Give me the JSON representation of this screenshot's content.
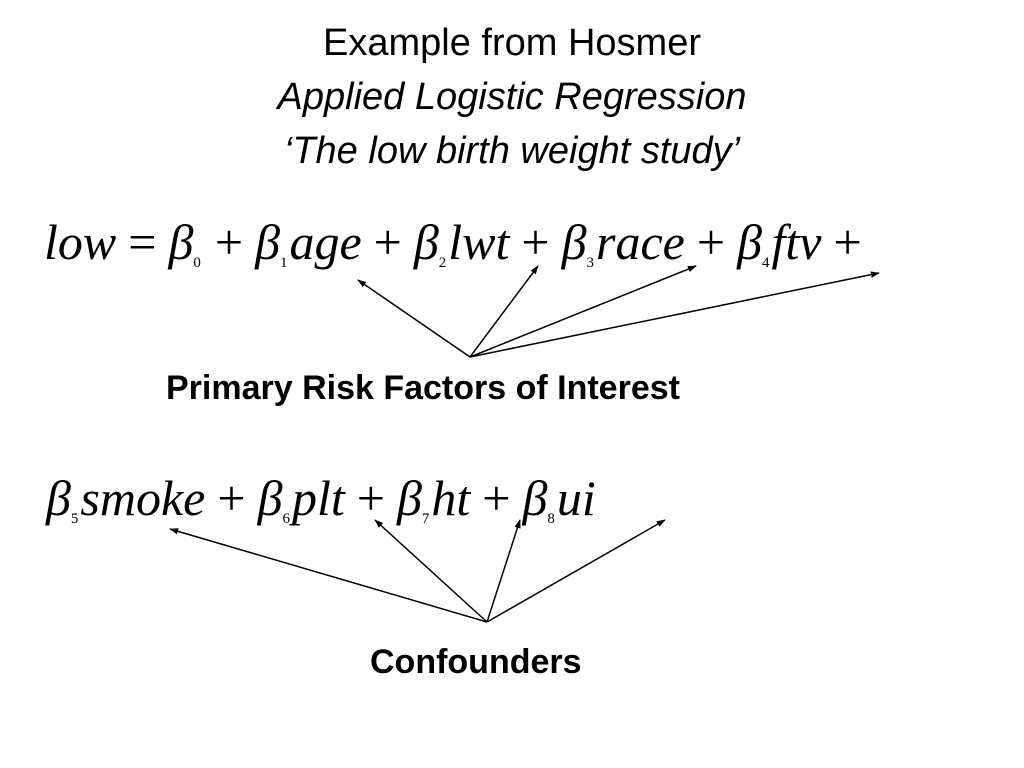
{
  "title": {
    "line1": "Example from Hosmer",
    "line2": "Applied Logistic Regression",
    "line3": "‘The low birth weight study’"
  },
  "equation1": {
    "lhs": "low",
    "equals": "=",
    "beta": "β",
    "plus": "+",
    "terms": [
      {
        "subscript": "0",
        "variable": ""
      },
      {
        "subscript": "1",
        "variable": "age"
      },
      {
        "subscript": "2",
        "variable": "lwt"
      },
      {
        "subscript": "3",
        "variable": "race"
      },
      {
        "subscript": "4",
        "variable": "ftv"
      }
    ]
  },
  "equation2": {
    "beta": "β",
    "plus": "+",
    "terms": [
      {
        "subscript": "5",
        "variable": "smoke"
      },
      {
        "subscript": "6",
        "variable": "plt"
      },
      {
        "subscript": "7",
        "variable": "ht"
      },
      {
        "subscript": "8",
        "variable": "ui"
      }
    ]
  },
  "labels": {
    "primary": "Primary Risk Factors of Interest",
    "confounders": "Confounders"
  }
}
